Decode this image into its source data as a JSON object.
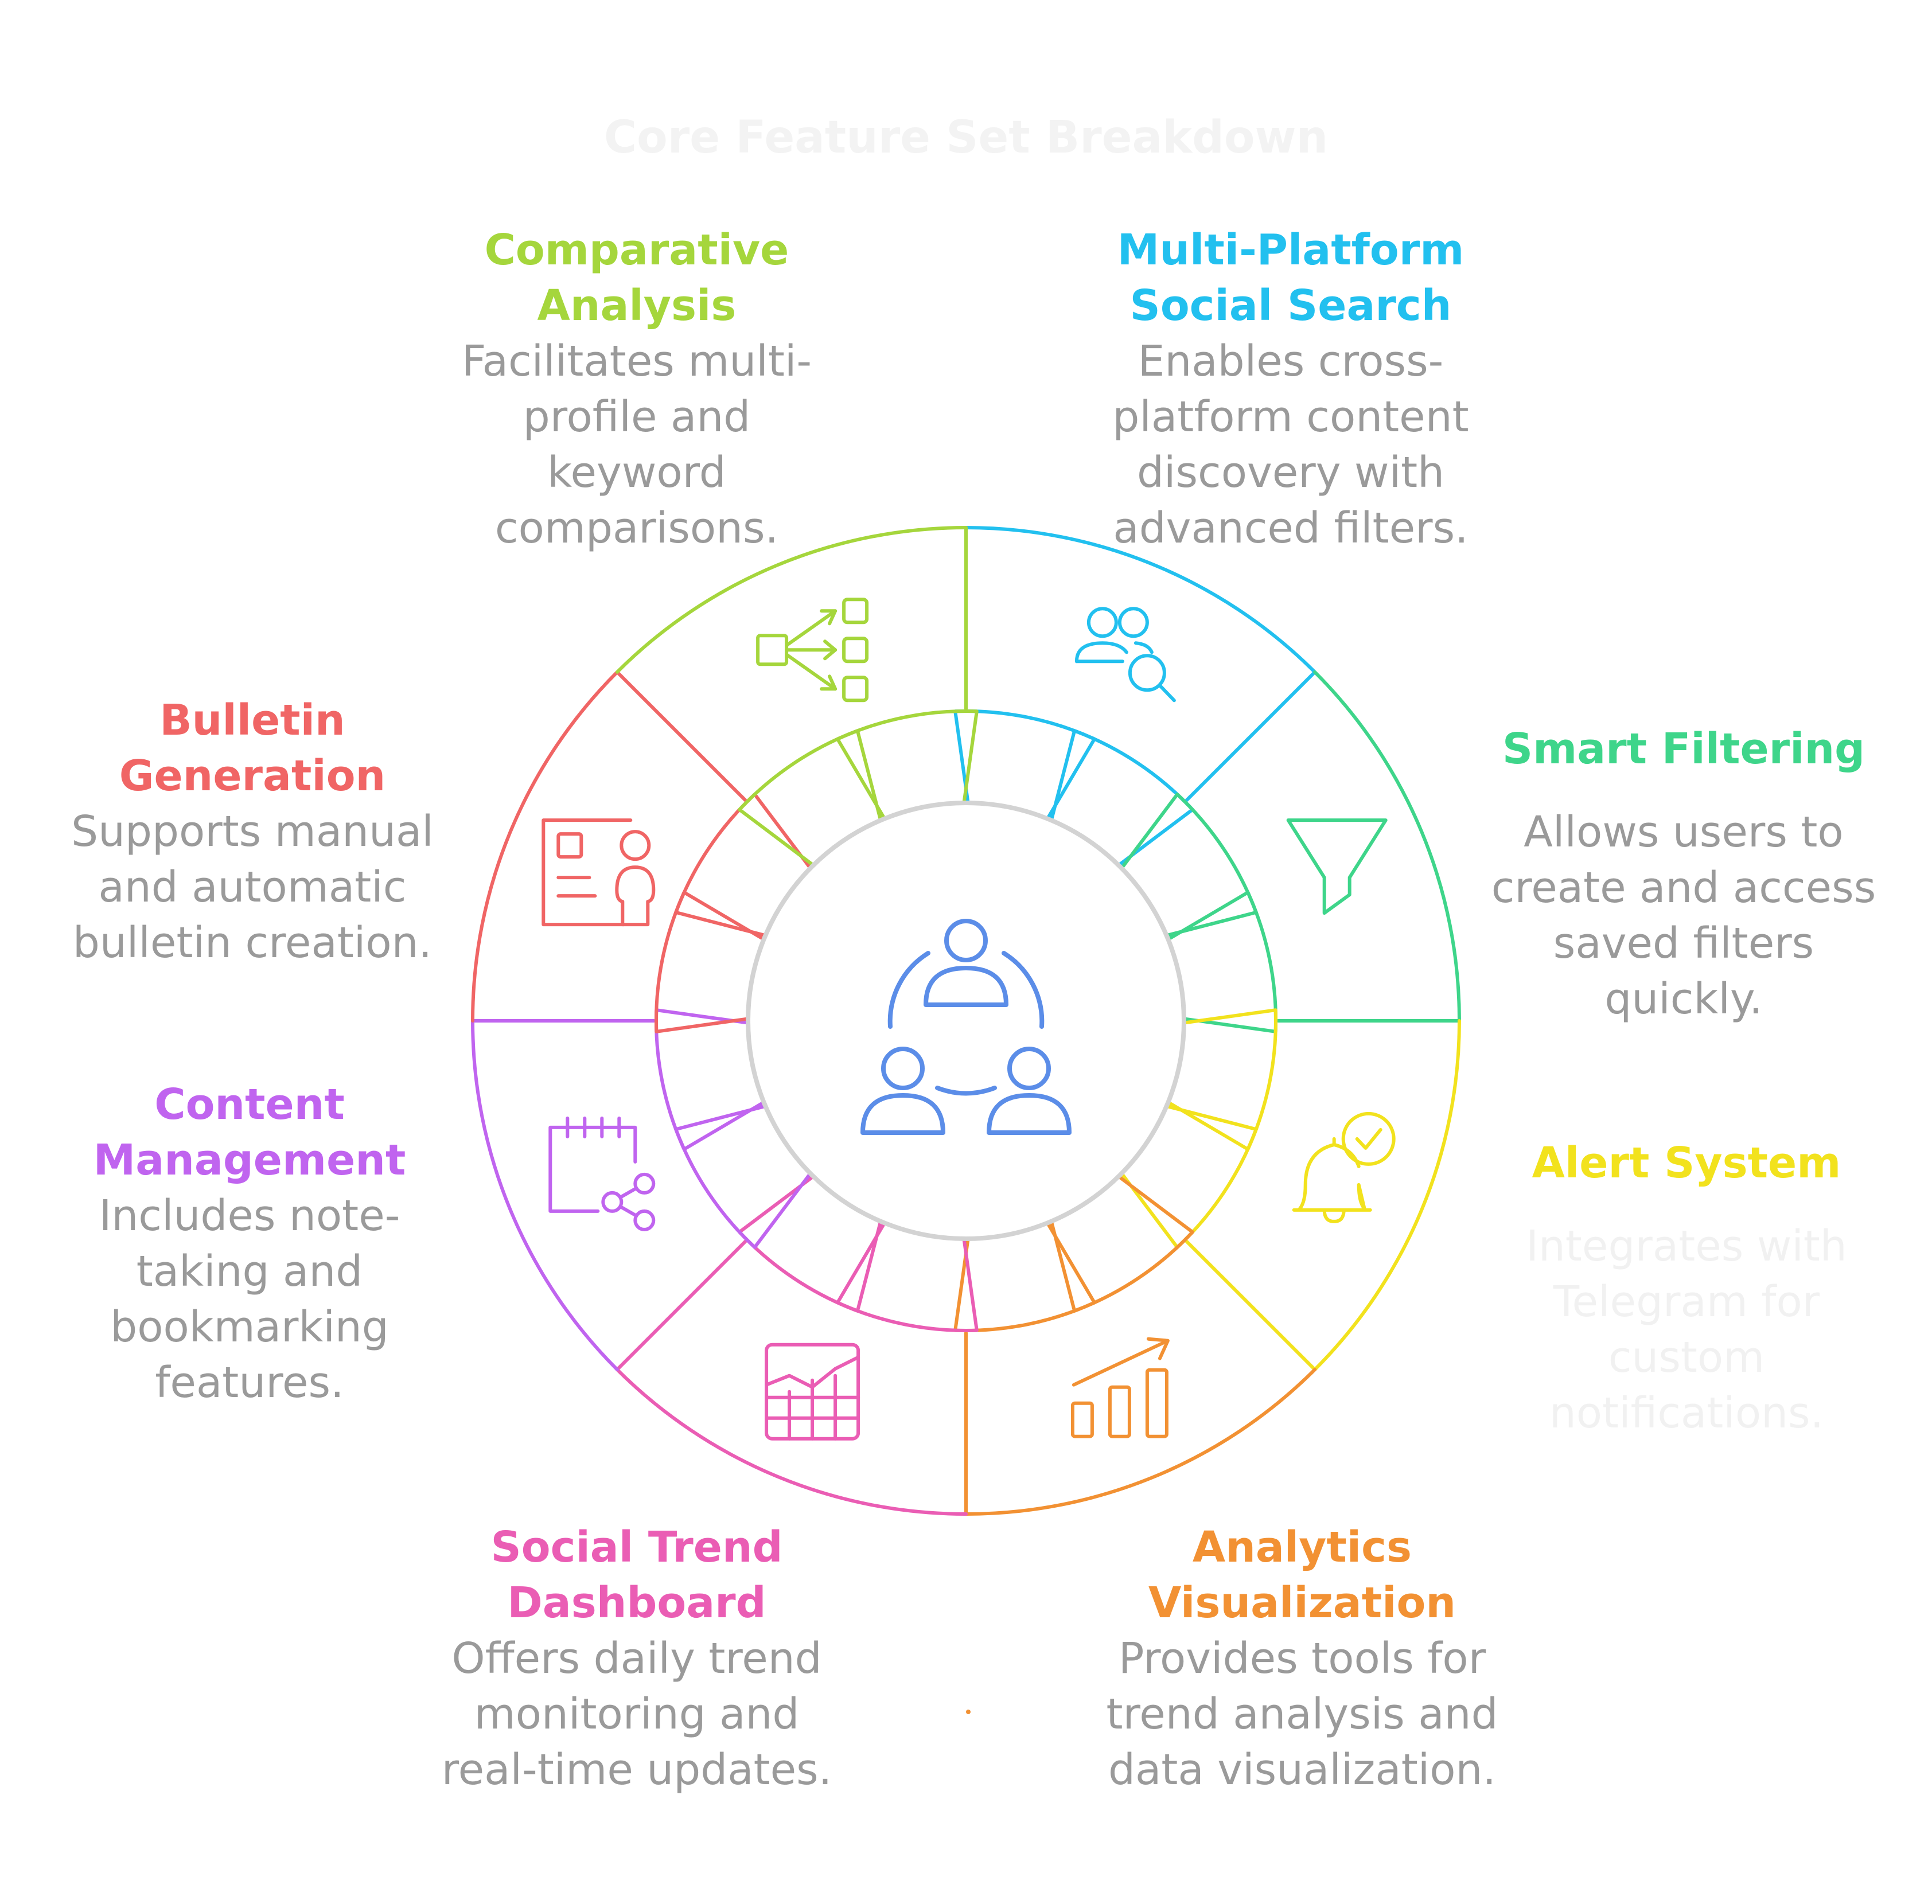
{
  "title": "Core Feature Set Breakdown",
  "center_icon": "people-network-icon",
  "features": [
    {
      "id": "multi-platform-social-search",
      "title_lines": [
        "Multi-Platform",
        "Social Search"
      ],
      "description_lines": [
        "Enables cross-",
        "platform content",
        "discovery with",
        "advanced filters."
      ],
      "color": "#22c0ef",
      "icon": "users-search-icon"
    },
    {
      "id": "smart-filtering",
      "title_lines": [
        "Smart Filtering"
      ],
      "description_lines": [
        "Allows users to",
        "create and access",
        "saved filters",
        "quickly."
      ],
      "color": "#3ed58a",
      "icon": "funnel-icon"
    },
    {
      "id": "alert-system",
      "title_lines": [
        "Alert System"
      ],
      "description_lines": [
        "Integrates with",
        "Telegram for",
        "custom",
        "notifications."
      ],
      "color": "#f2e21d",
      "icon": "bell-check-icon"
    },
    {
      "id": "analytics-visualization",
      "title_lines": [
        "Analytics",
        "Visualization"
      ],
      "description_lines": [
        "Provides tools for",
        "trend analysis and",
        "data visualization."
      ],
      "color": "#f29133",
      "icon": "bar-chart-trend-icon"
    },
    {
      "id": "social-trend-dashboard",
      "title_lines": [
        "Social Trend",
        "Dashboard"
      ],
      "description_lines": [
        "Offers daily trend",
        "monitoring and",
        "real-time updates."
      ],
      "color": "#ea5db4",
      "icon": "area-chart-grid-icon"
    },
    {
      "id": "content-management",
      "title_lines": [
        "Content",
        "Management"
      ],
      "description_lines": [
        "Includes note-",
        "taking and",
        "bookmarking",
        "features."
      ],
      "color": "#c064ef",
      "icon": "calendar-share-icon"
    },
    {
      "id": "bulletin-generation",
      "title_lines": [
        "Bulletin",
        "Generation"
      ],
      "description_lines": [
        "Supports manual",
        "and automatic",
        "bulletin creation."
      ],
      "color": "#f06565",
      "icon": "document-person-icon"
    },
    {
      "id": "comparative-analysis",
      "title_lines": [
        "Comparative",
        "Analysis"
      ],
      "description_lines": [
        "Facilitates multi-",
        "profile and",
        "keyword",
        "comparisons."
      ],
      "color": "#a5d63c",
      "icon": "branch-compare-icon"
    }
  ],
  "colors": {
    "description_text": "#9a9a9a",
    "faded_text": "#f1f1f1",
    "center_ring": "#d3d3d3",
    "center_icon": "#5b8de8"
  }
}
